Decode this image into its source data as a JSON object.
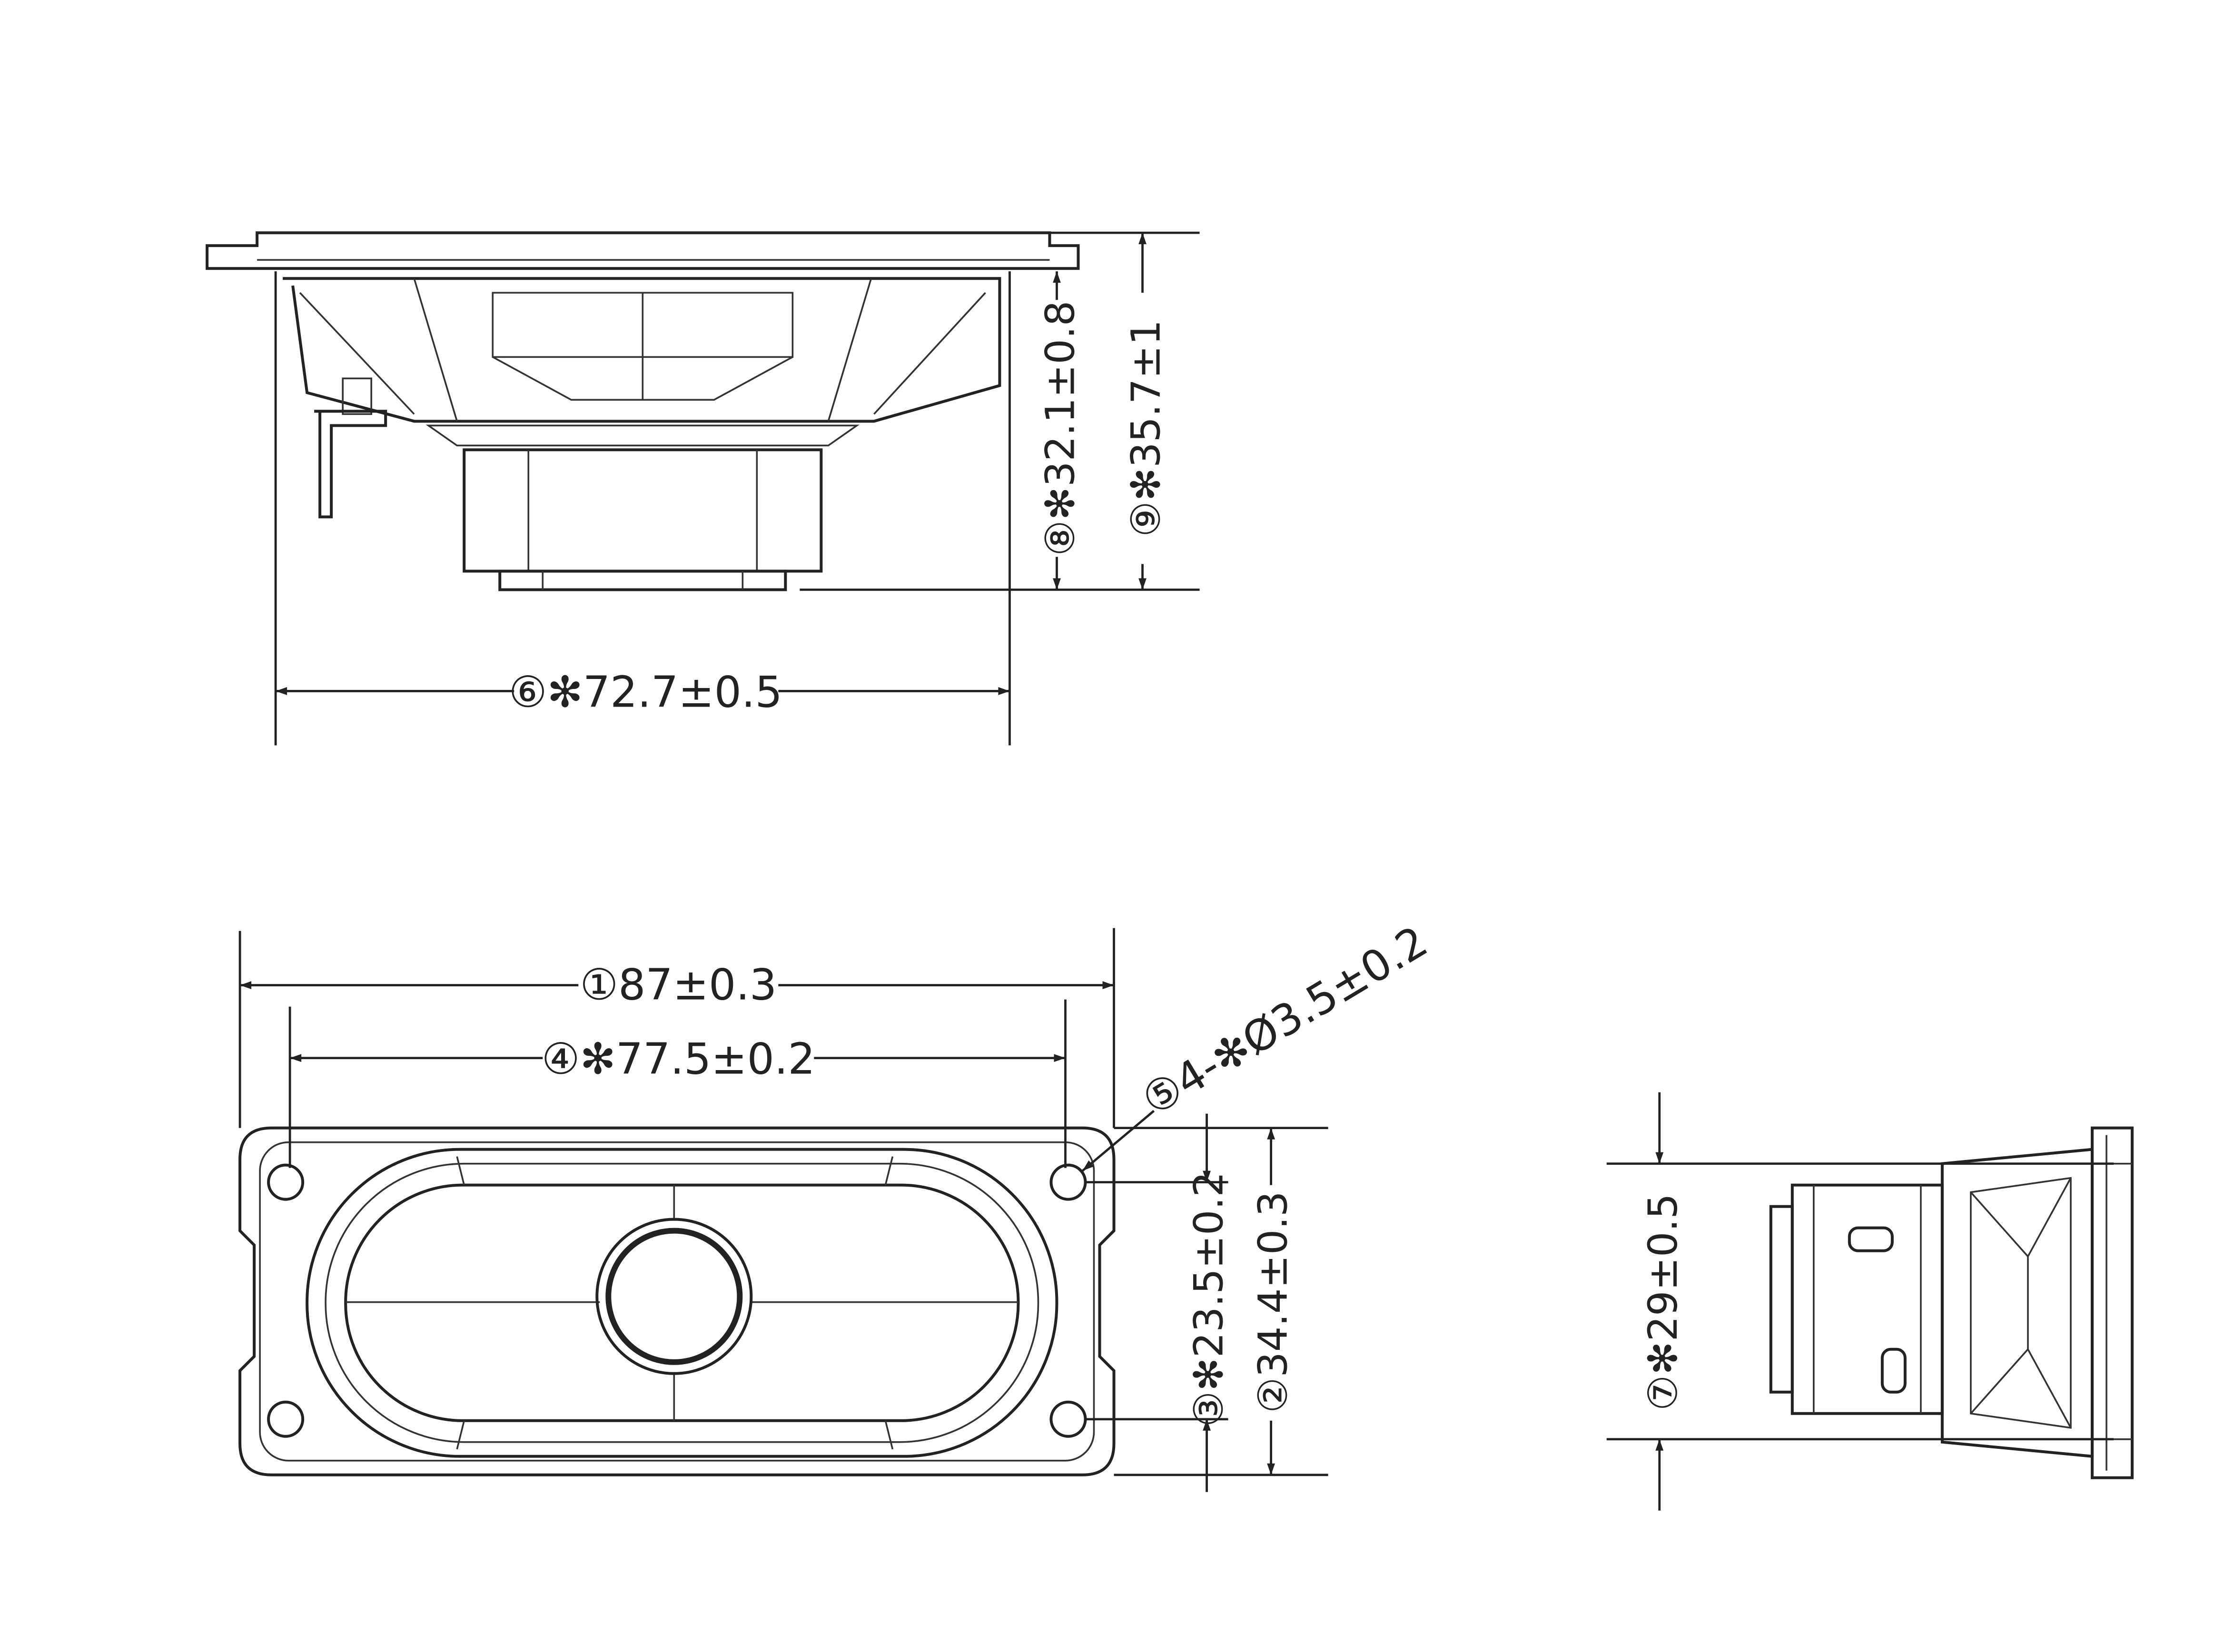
{
  "drawing": {
    "colors": {
      "line": "#222222",
      "background": "#ffffff"
    },
    "side_view_dimensions": {
      "overall_width": "⑥✻72.7±0.5",
      "cone_depth": "⑧✻32.1±0.8",
      "overall_depth": "⑨✻35.7±1"
    },
    "front_view_dimensions": {
      "overall_length": "①87±0.3",
      "hole_spacing_length": "④✻77.5±0.2",
      "mounting_holes": "⑤4-✻Ø3.5±0.2",
      "hole_spacing_height": "③✻23.5±0.2",
      "overall_height": "②34.4±0.3"
    },
    "end_view_dimensions": {
      "frame_height": "⑦✻29±0.5"
    }
  }
}
